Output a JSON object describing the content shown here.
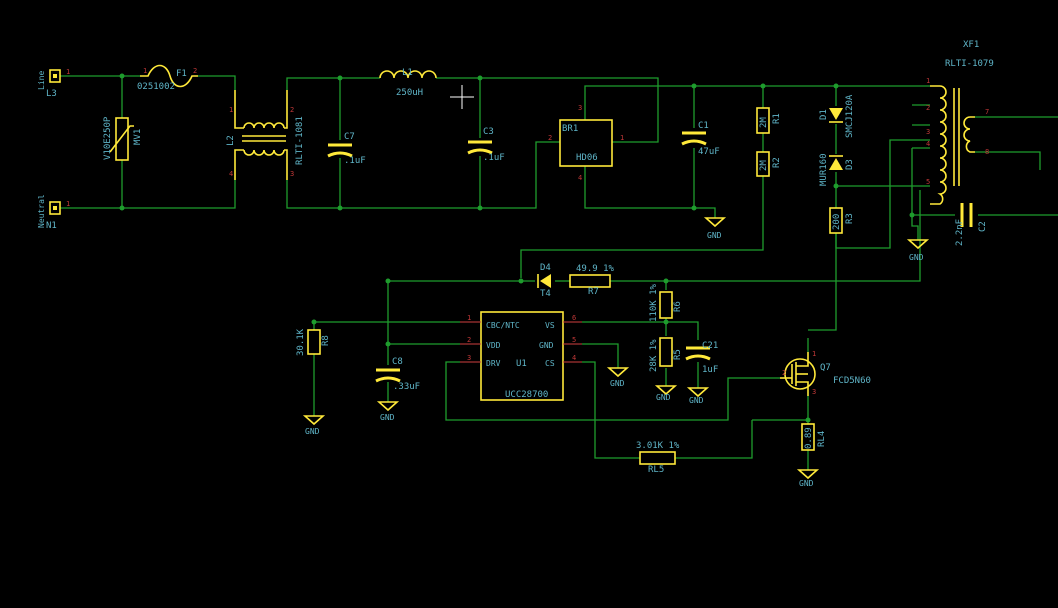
{
  "schematic": {
    "connectors": [
      {
        "ref": "L3",
        "label": "Line"
      },
      {
        "ref": "N1",
        "label": "Neutral"
      }
    ],
    "components": {
      "F1": {
        "ref": "F1",
        "value": "0251002"
      },
      "MV1": {
        "ref": "MV1",
        "value": "V10E250P"
      },
      "L2": {
        "ref": "L2",
        "value": "RLTI-1081"
      },
      "C7": {
        "ref": "C7",
        "value": ".1uF"
      },
      "L1": {
        "ref": "L1",
        "value": "250uH"
      },
      "C3": {
        "ref": "C3",
        "value": ".1uF"
      },
      "BR1": {
        "ref": "BR1",
        "value": "HD06"
      },
      "C1": {
        "ref": "C1",
        "value": "47uF"
      },
      "R1": {
        "ref": "R1",
        "value": "2M"
      },
      "R2": {
        "ref": "R2",
        "value": "2M"
      },
      "D1": {
        "ref": "D1",
        "value": "SMCJ120A"
      },
      "D3": {
        "ref": "D3",
        "value": "MUR160"
      },
      "R3": {
        "ref": "R3",
        "value": "200"
      },
      "XF1": {
        "ref": "XF1",
        "value": "RLTI-1079"
      },
      "C2": {
        "ref": "C2",
        "value": "2.2nF"
      },
      "D4": {
        "ref": "D4",
        "value": "T4"
      },
      "R7": {
        "ref": "R7",
        "value": "49.9 1%"
      },
      "R6": {
        "ref": "R6",
        "value": "110K 1%"
      },
      "R5": {
        "ref": "R5",
        "value": "28K 1%"
      },
      "C21": {
        "ref": "C21",
        "value": "1uF"
      },
      "R8": {
        "ref": "R8",
        "value": "30.1K"
      },
      "C8": {
        "ref": "C8",
        "value": ".33uF"
      },
      "U1": {
        "ref": "U1",
        "value": "UCC28700"
      },
      "Q7": {
        "ref": "Q7",
        "value": "FCD5N60"
      },
      "RL4": {
        "ref": "RL4",
        "value": "0.89"
      },
      "RL5": {
        "ref": "RL5",
        "value": "3.01K 1%"
      }
    },
    "u1_pins": {
      "cbc_ntc": "CBC/NTC",
      "vdd": "VDD",
      "drv": "DRV",
      "vs": "VS",
      "gnd": "GND",
      "cs": "CS"
    },
    "gnd_label": "GND",
    "colors": {
      "wire": "#1e9c2d",
      "component": "#ffe93a",
      "text": "#5fb5c8",
      "pin": "#d04040",
      "background": "#000000"
    }
  }
}
